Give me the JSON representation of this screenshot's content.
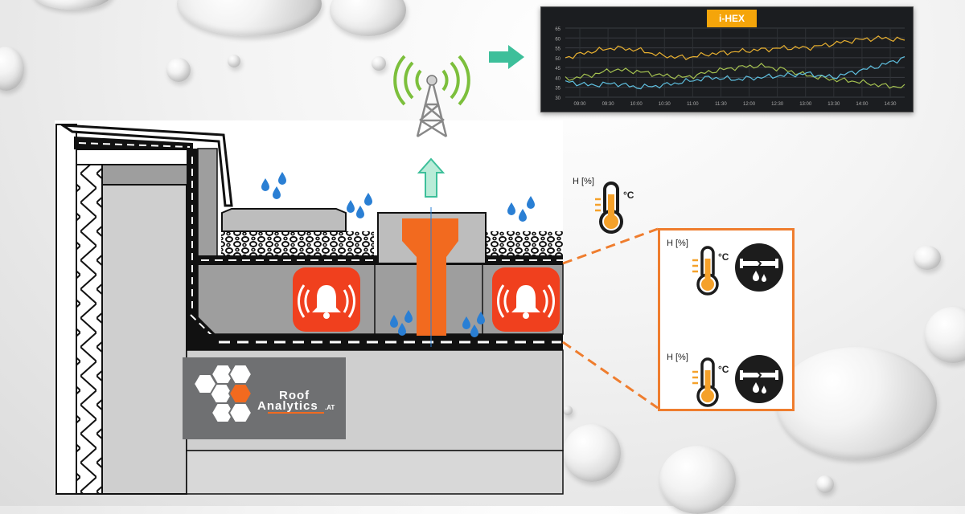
{
  "chart": {
    "title": "i-HEX",
    "chart_data": {
      "type": "line",
      "title": "i-HEX",
      "xlabel": "",
      "ylabel": "",
      "ylim": [
        30,
        65
      ],
      "y_ticks": [
        30,
        35,
        40,
        45,
        50,
        55,
        60,
        65
      ],
      "x_ticks": [
        "09:00",
        "09:30",
        "10:00",
        "10:30",
        "11:00",
        "11:30",
        "12:00",
        "12:30",
        "13:00",
        "13:30",
        "14:00",
        "14:30"
      ],
      "grid": true,
      "series": [
        {
          "color": "#e8b030",
          "values": [
            50,
            53,
            55,
            54,
            51,
            50,
            52,
            53,
            54,
            55,
            55,
            57,
            59,
            60,
            59
          ]
        },
        {
          "color": "#a4c050",
          "values": [
            39,
            41,
            44,
            43,
            41,
            40,
            43,
            45,
            46,
            44,
            41,
            39,
            38,
            36,
            35
          ]
        },
        {
          "color": "#5fc0e0",
          "values": [
            38,
            36,
            37,
            35,
            36,
            38,
            40,
            39,
            40,
            41,
            42,
            40,
            43,
            46,
            50
          ]
        }
      ]
    }
  },
  "sensor_labels": {
    "humidity": "H [%]",
    "temperature_unit": "°C"
  },
  "logo": {
    "line1": "Roof",
    "line2": "Analytics",
    "suffix": ".AT"
  },
  "colors": {
    "accent_orange": "#f26a1f",
    "alarm_red": "#f0401e",
    "signal_green": "#7cbf3c",
    "arrow_teal": "#3dbf9a",
    "water_blue": "#2a7fd4",
    "chart_bg": "#1b1d20"
  },
  "icons": [
    "bell-alarm-icon",
    "wifi-tower-icon",
    "thermometer-icon",
    "pipe-leak-icon",
    "water-drop-icon",
    "arrow-right-icon",
    "arrow-up-icon"
  ]
}
